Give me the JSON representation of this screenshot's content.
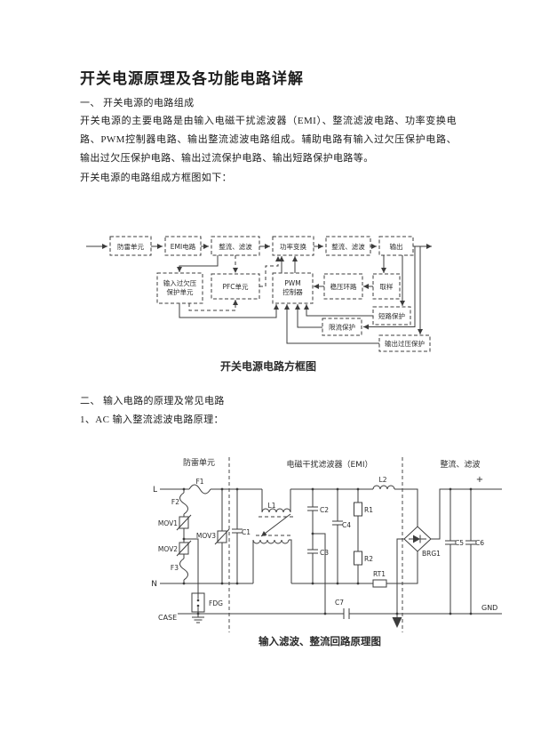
{
  "page": {
    "title": "开关电源原理及各功能电路详解",
    "heading_1": "一、 开关电源的电路组成",
    "para_1a": "开关电源的主要电路是由输入电磁干扰滤波器（EMI）、整流滤波电路、功率变换电路、PWM控制器电路、输出整流滤波电路组成。辅助电路有输入过欠压保护电路、输出过欠压保护电路、输出过流保护电路、输出短路保护电路等。",
    "para_1b": "开关电源的电路组成方框图如下：",
    "heading_2": "二、 输入电路的原理及常见电路",
    "heading_2_1": "1、AC 输入整流滤波电路原理："
  },
  "block_diagram": {
    "caption": "开关电源电路方框图",
    "boxes": {
      "lightning": "防雷单元",
      "emi": "EMI电路",
      "rectify1": "整流、滤波",
      "power_convert": "功率变换",
      "rectify2": "整流、滤波",
      "output": "输出",
      "input_uv_line1": "输入过欠压",
      "input_uv_line2": "保护单元",
      "pfc": "PFC单元",
      "pwm_line1": "PWM",
      "pwm_line2": "控制器",
      "voltage_loop": "稳压环路",
      "sampling": "取样",
      "short_protect": "短路保护",
      "current_limit": "限流保护",
      "output_ovp": "输出过压保护"
    }
  },
  "circuit": {
    "caption": "输入滤波、整流回路原理图",
    "sections": {
      "lightning": "防雷单元",
      "emi": "电磁干扰滤波器（EMI）",
      "rectify": "整流、滤波"
    },
    "labels": {
      "l": "L",
      "n": "N",
      "case": "CASE",
      "gnd": "GND",
      "plus": "+",
      "f1": "F1",
      "f2": "F2",
      "f3": "F3",
      "mov1": "MOV1",
      "mov2": "MOV2",
      "mov3": "MOV3",
      "fdg": "FDG",
      "c1": "C1",
      "c2": "C2",
      "c3": "C3",
      "c4": "C4",
      "c5": "C5",
      "c6": "C6",
      "c7": "C7",
      "r1": "R1",
      "r2": "R2",
      "rt1": "RT1",
      "l1": "L1",
      "l2": "L2",
      "brg1": "BRG1"
    }
  }
}
